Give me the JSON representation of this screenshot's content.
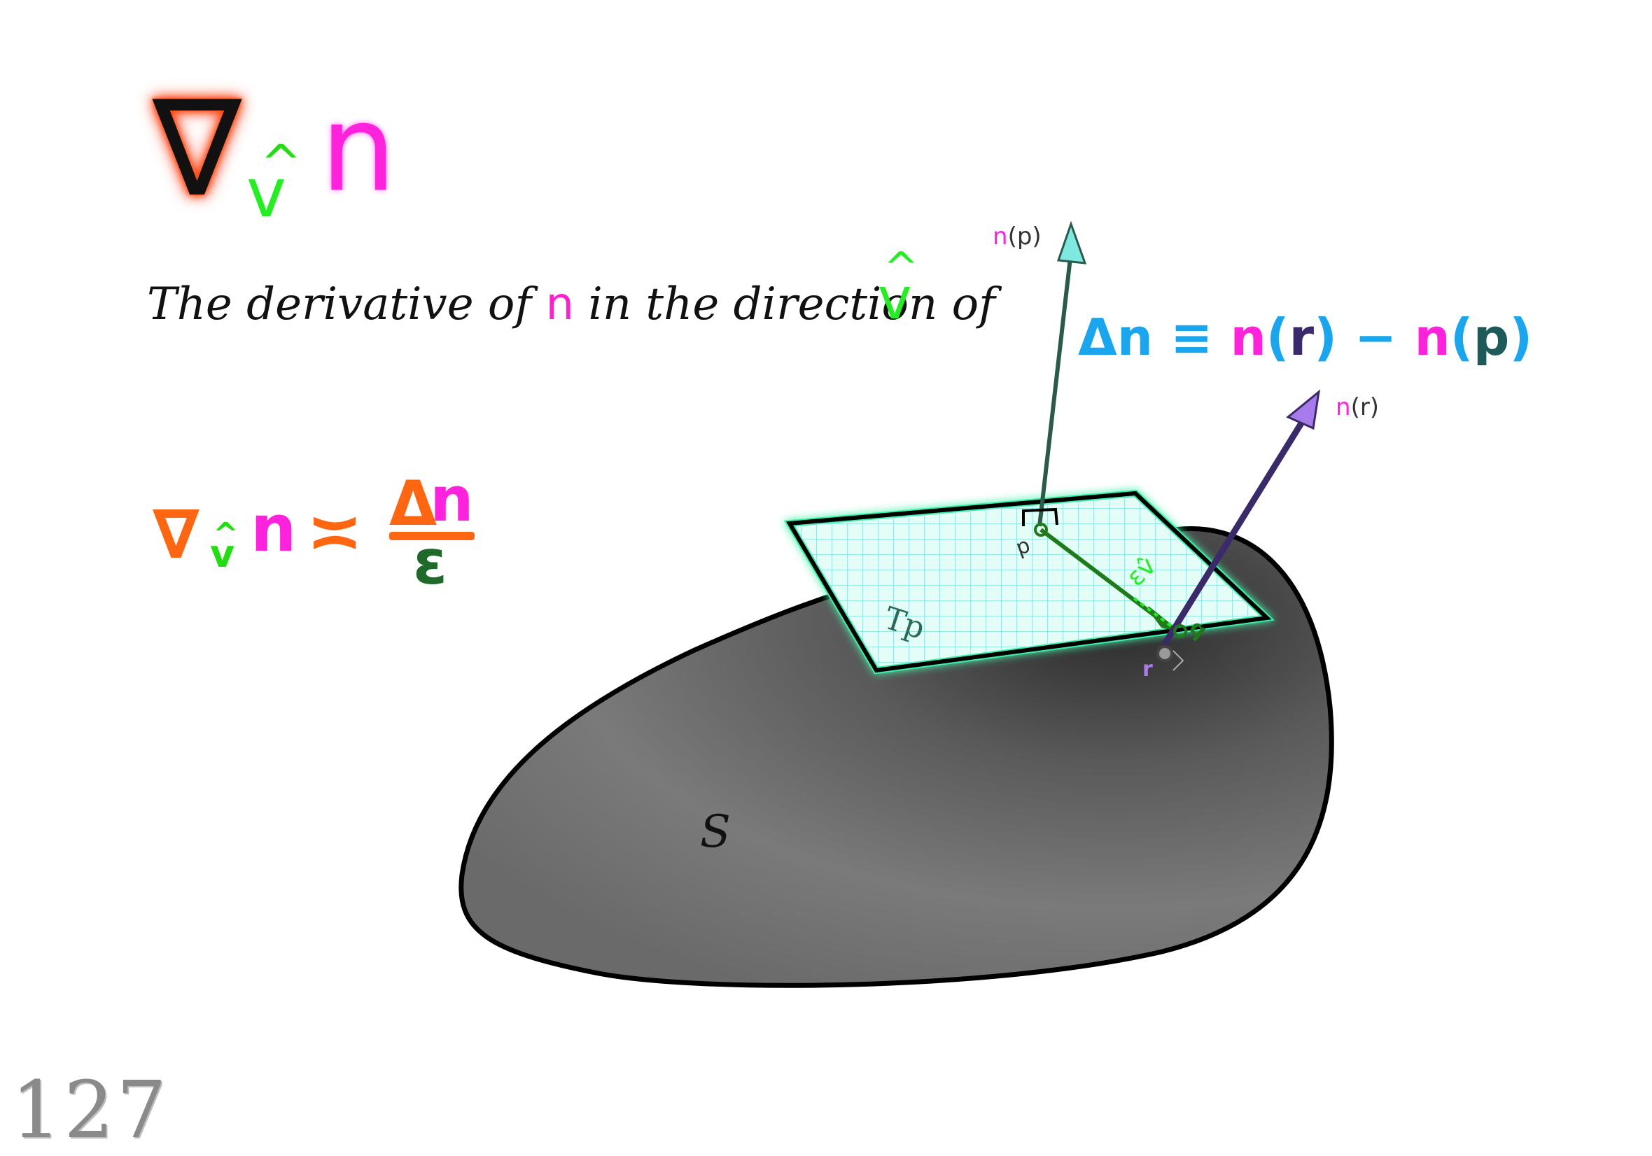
{
  "title": {
    "nabla": "∇",
    "subscript_hat": "^",
    "subscript_v": "v",
    "n": "n"
  },
  "description": {
    "prefix": "The derivative of ",
    "n": "n",
    "middle": " in the direction of ",
    "vhat_hat": "^",
    "vhat_v": "v"
  },
  "approximation": {
    "nabla": "∇",
    "sub_hat": "^",
    "sub_v": "v",
    "n": "n",
    "relation": "≍",
    "numerator_delta": "Δ",
    "numerator_n": "n",
    "denominator": "ε"
  },
  "definition": {
    "delta": "Δ",
    "n1": "n",
    "equiv": " ≡ ",
    "n2": "n",
    "open1": "(",
    "r": "r",
    "close1": ")",
    "minus": " − ",
    "n3": "n",
    "open2": "(",
    "p": "p",
    "close2": ")"
  },
  "diagram": {
    "normal_p_label_n": "n",
    "normal_p_label_arg": "(p)",
    "normal_r_label_n": "n",
    "normal_r_label_arg": "(r)",
    "point_p": "p",
    "point_q": "q",
    "point_r": "r",
    "tangent_plane": "Tp",
    "step_label": "εv̂",
    "surface": "S"
  },
  "page_number": "127",
  "colors": {
    "nabla_glow": "#ff3a00",
    "n_magenta": "#ff22dd",
    "v_green": "#22ee22",
    "orange": "#ff6611",
    "definition_blue": "#1aa6ef",
    "plane_fill": "#dffdf4",
    "normal_p": "#2a5a4a",
    "normal_p_head": "#7fe8e0",
    "normal_r": "#3a2a6a",
    "normal_r_head": "#a77bea",
    "surface": "#6a6a6a"
  }
}
